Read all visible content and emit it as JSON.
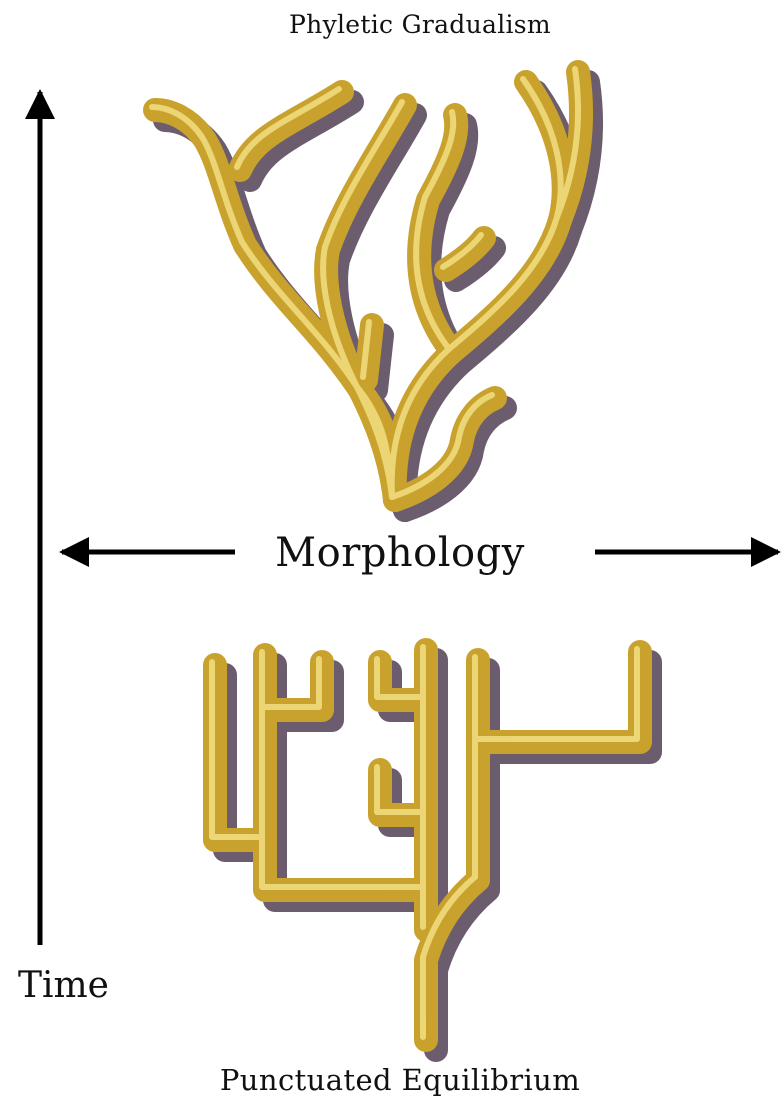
{
  "labels": {
    "top": "Phyletic Gradualism",
    "horizontal_axis": "Morphology",
    "vertical_axis": "Time",
    "bottom": "Punctuated Equilibrium"
  },
  "colors": {
    "branch": "#c9a22e",
    "branch_highlight": "#f3df82",
    "branch_shadow": "#6b5d6e",
    "arrow": "#000000",
    "text": "#111111"
  }
}
